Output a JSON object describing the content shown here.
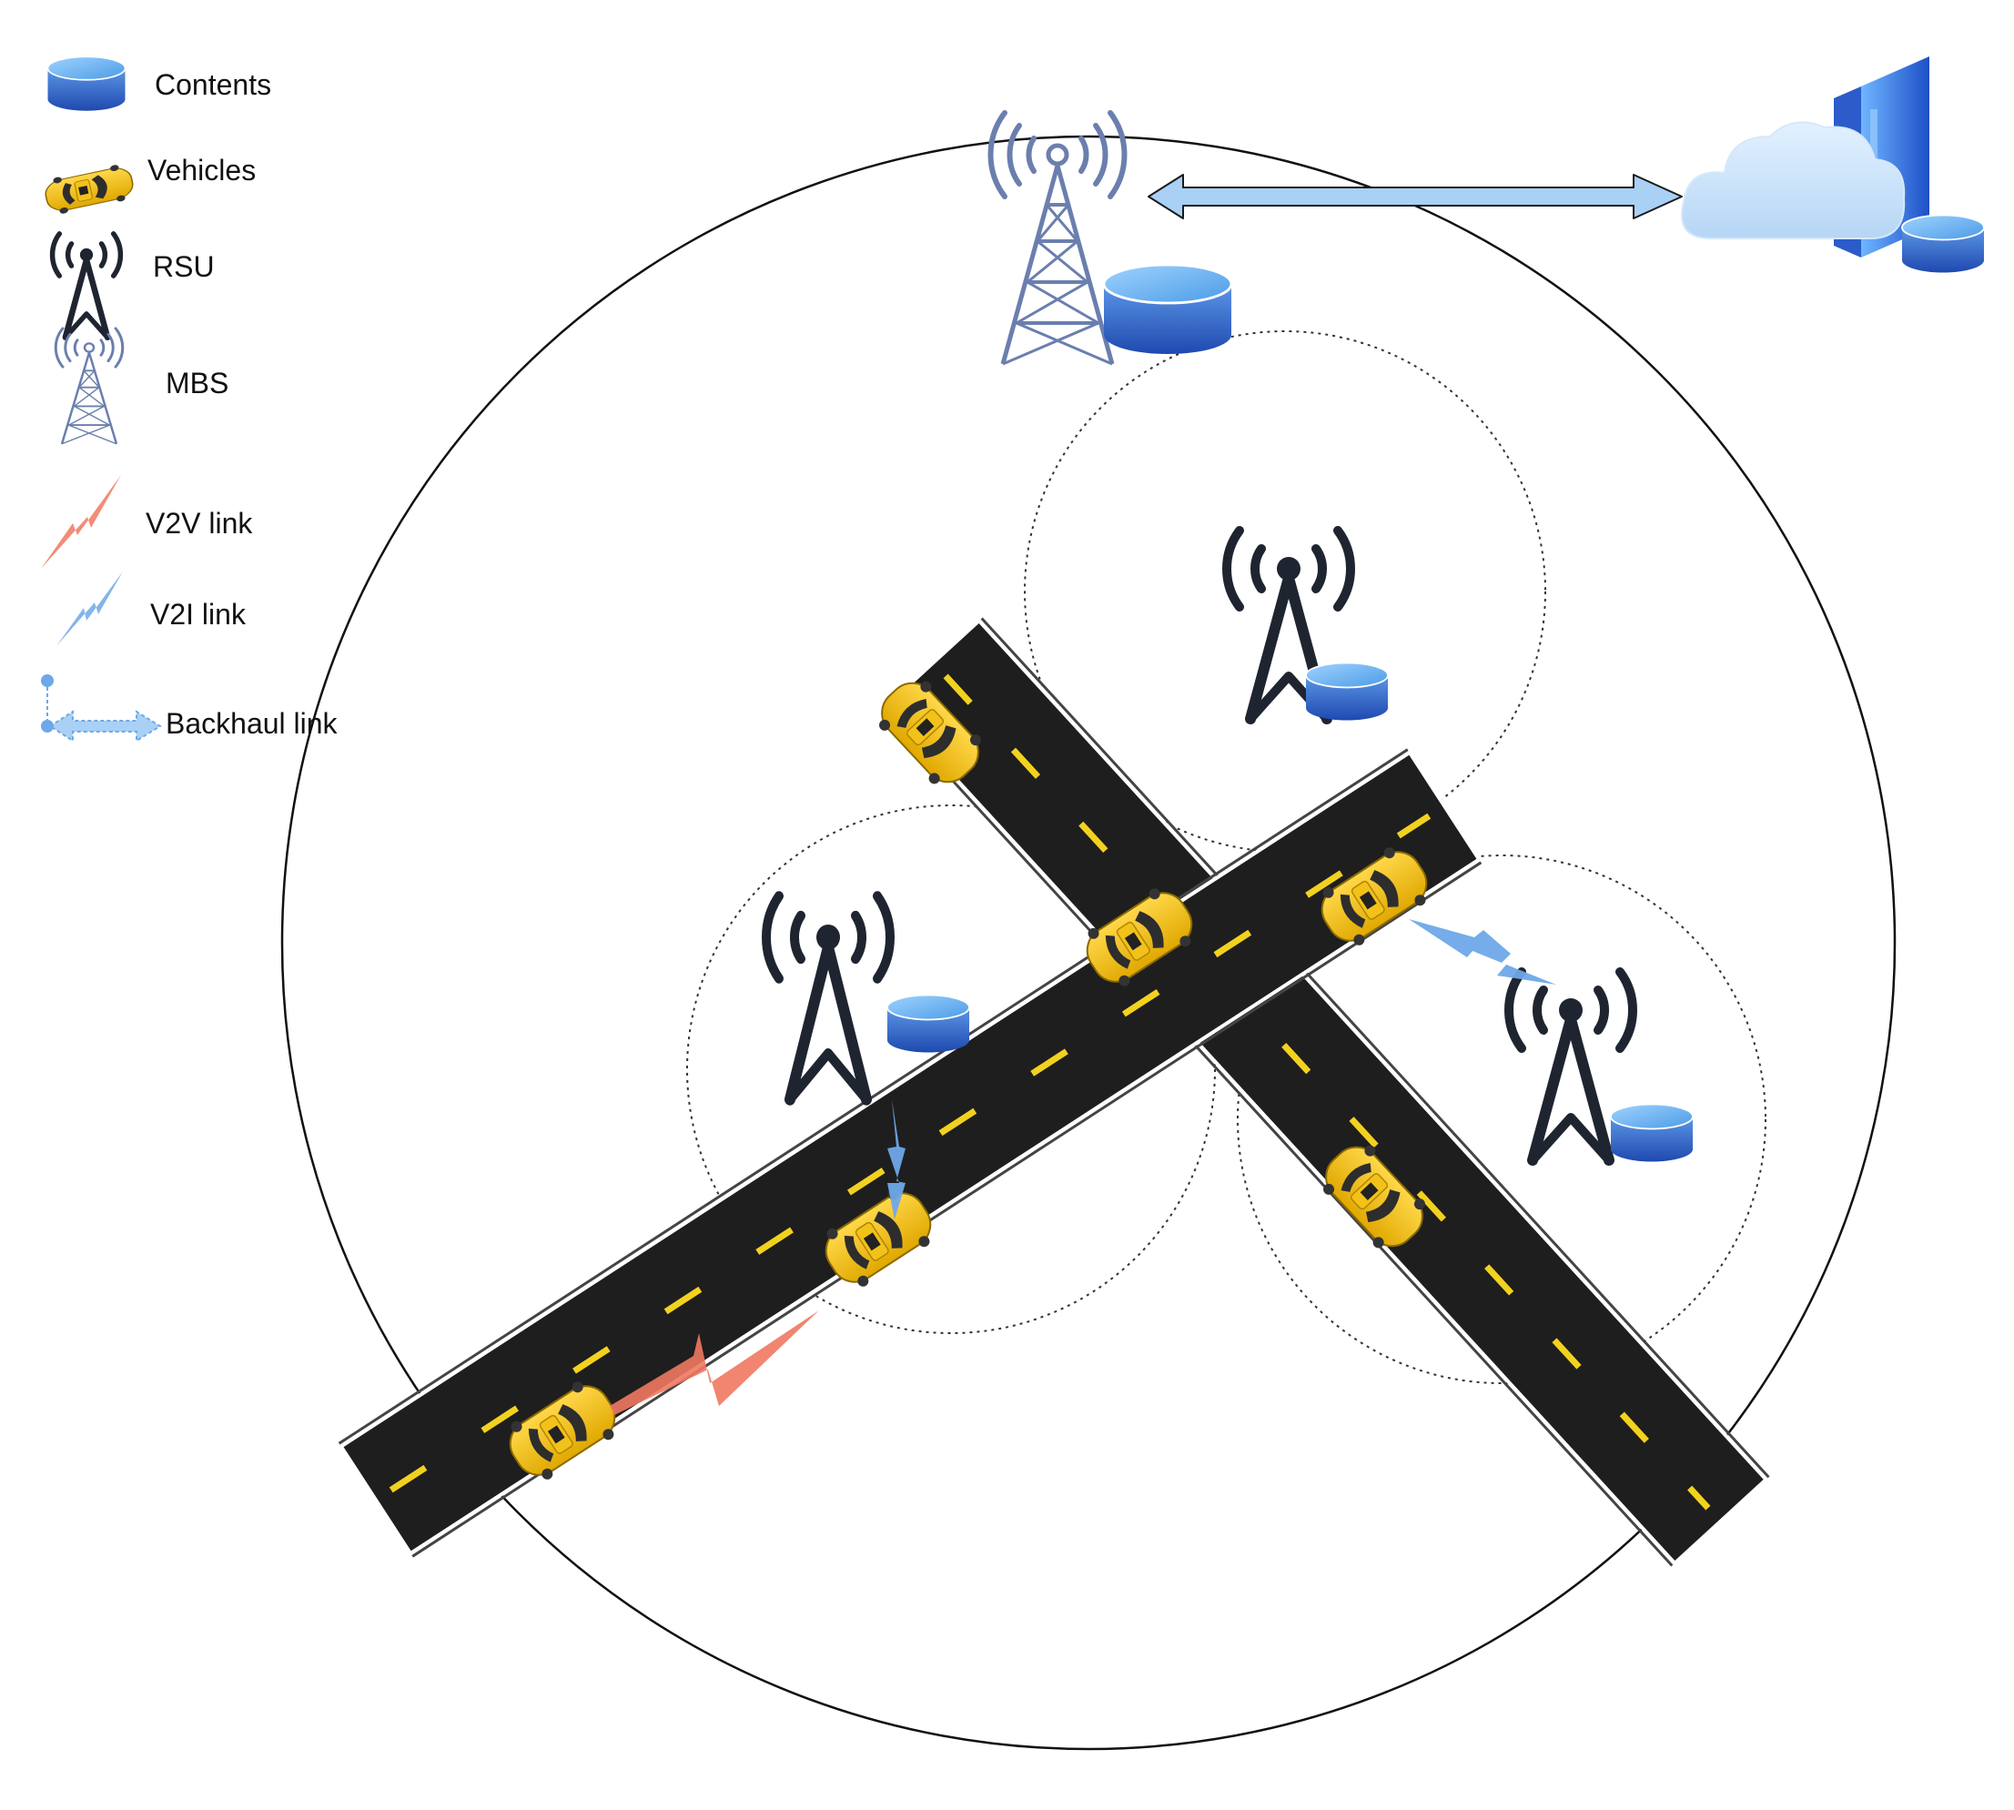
{
  "legend": {
    "contents": "Contents",
    "vehicles": "Vehicles",
    "rsu": "RSU",
    "mbs": "MBS",
    "v2v_link": "V2V link",
    "v2i_link": "V2I link",
    "backhaul_link": "Backhaul link"
  },
  "colors": {
    "road": "#1e1e1e",
    "lane_marking": "#f2d21e",
    "vehicle": "#f5c518",
    "rsu": "#1f2530",
    "mbs": "#6b7fae",
    "storage_top": "#5aa9ea",
    "storage_body": "#2f5fc1",
    "v2v": "#f07860",
    "v2i": "#6ea8e8",
    "backhaul": "#a9d0f5",
    "cloud": "#c9e1f7"
  }
}
